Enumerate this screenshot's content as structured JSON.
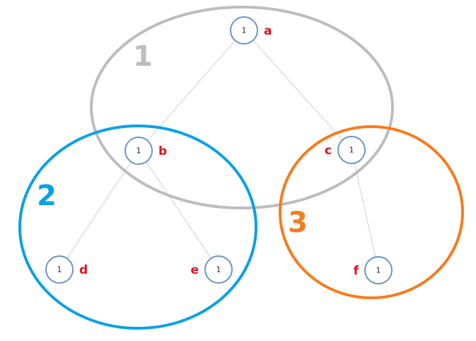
{
  "colors": {
    "node_stroke": "#6b95c0",
    "node_name": "#e0101e",
    "edge": "#d6d6d6"
  },
  "nodes": [
    {
      "id": "a",
      "name": "a",
      "value": "1"
    },
    {
      "id": "b",
      "name": "b",
      "value": "1"
    },
    {
      "id": "c",
      "name": "c",
      "value": "1"
    },
    {
      "id": "d",
      "name": "d",
      "value": "1"
    },
    {
      "id": "e",
      "name": "e",
      "value": "1"
    },
    {
      "id": "f",
      "name": "f",
      "value": "1"
    }
  ],
  "edges": [
    [
      "a",
      "b"
    ],
    [
      "a",
      "c"
    ],
    [
      "b",
      "d"
    ],
    [
      "b",
      "e"
    ],
    [
      "c",
      "f"
    ]
  ],
  "groups": [
    {
      "id": "g1",
      "label": "1",
      "color": "#bdbdbd"
    },
    {
      "id": "g2",
      "label": "2",
      "color": "#0aa0e6"
    },
    {
      "id": "g3",
      "label": "3",
      "color": "#f57c1f"
    }
  ]
}
